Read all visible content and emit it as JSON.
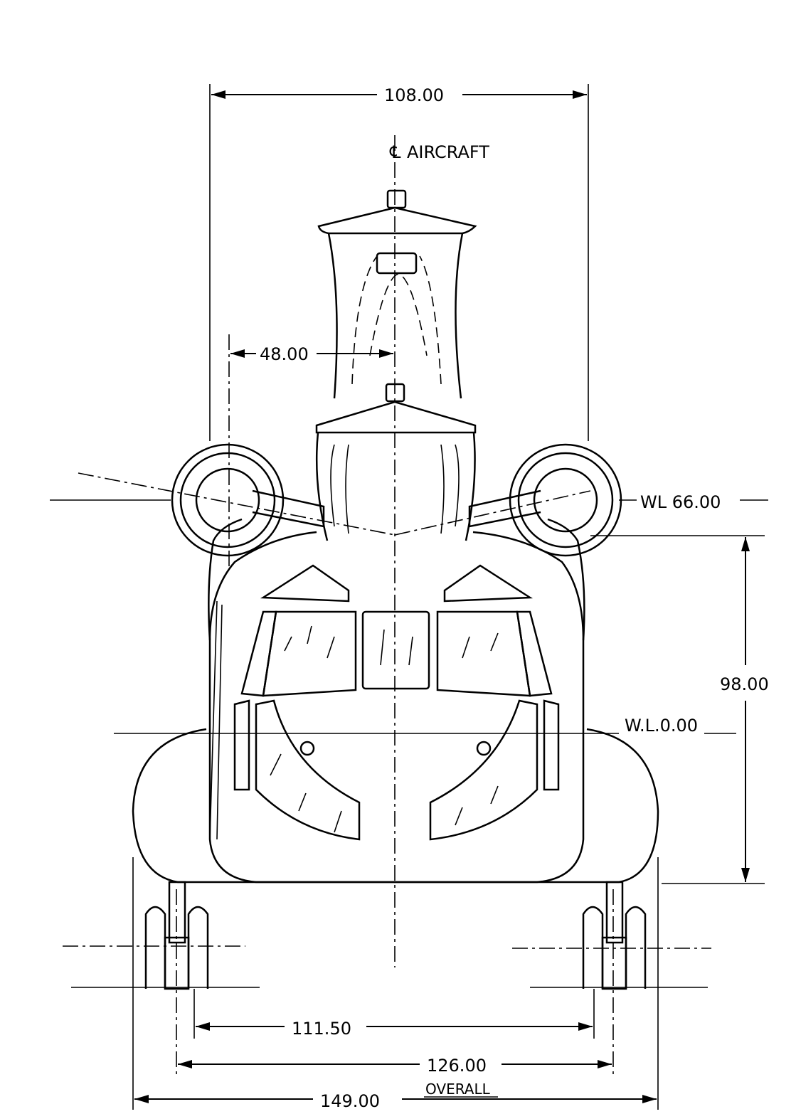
{
  "dimensions": {
    "overall_width_top": "108.00",
    "centerline_label": "AIRCRAFT",
    "engine_offset": "48.00",
    "waterline_engine": "WL 66.00",
    "height": "98.00",
    "waterline_zero": "W.L.0.00",
    "gear_inner": "111.50",
    "gear_tread": "126.00",
    "overall_width": "149.00",
    "overall_label": "OVERALL"
  }
}
